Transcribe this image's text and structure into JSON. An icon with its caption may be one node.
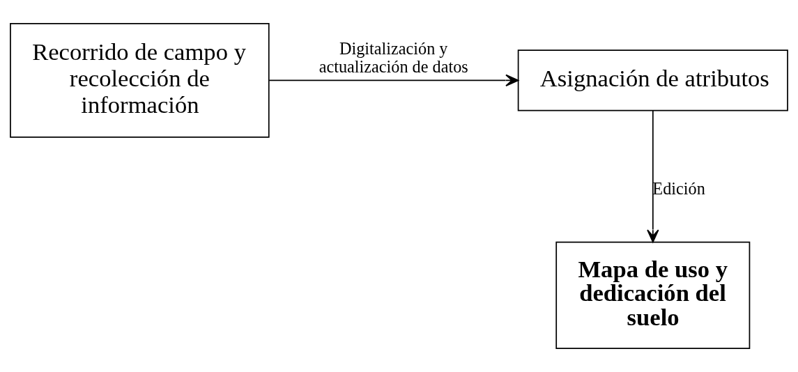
{
  "diagram": {
    "nodes": [
      {
        "text": [
          "Recorrido de campo y recolección de información"
        ]
      },
      {
        "text": [
          "Asignación de atributos"
        ]
      },
      {
        "text": [
          "Mapa de uso y dedicación del suelo"
        ]
      }
    ],
    "edges": [
      {
        "from": 0,
        "to": 1,
        "arrow": "to",
        "label": "Digitalización y actualización de datos"
      },
      {
        "from": 1,
        "to": 2,
        "arrow": "to",
        "label": "Edición"
      }
    ]
  }
}
